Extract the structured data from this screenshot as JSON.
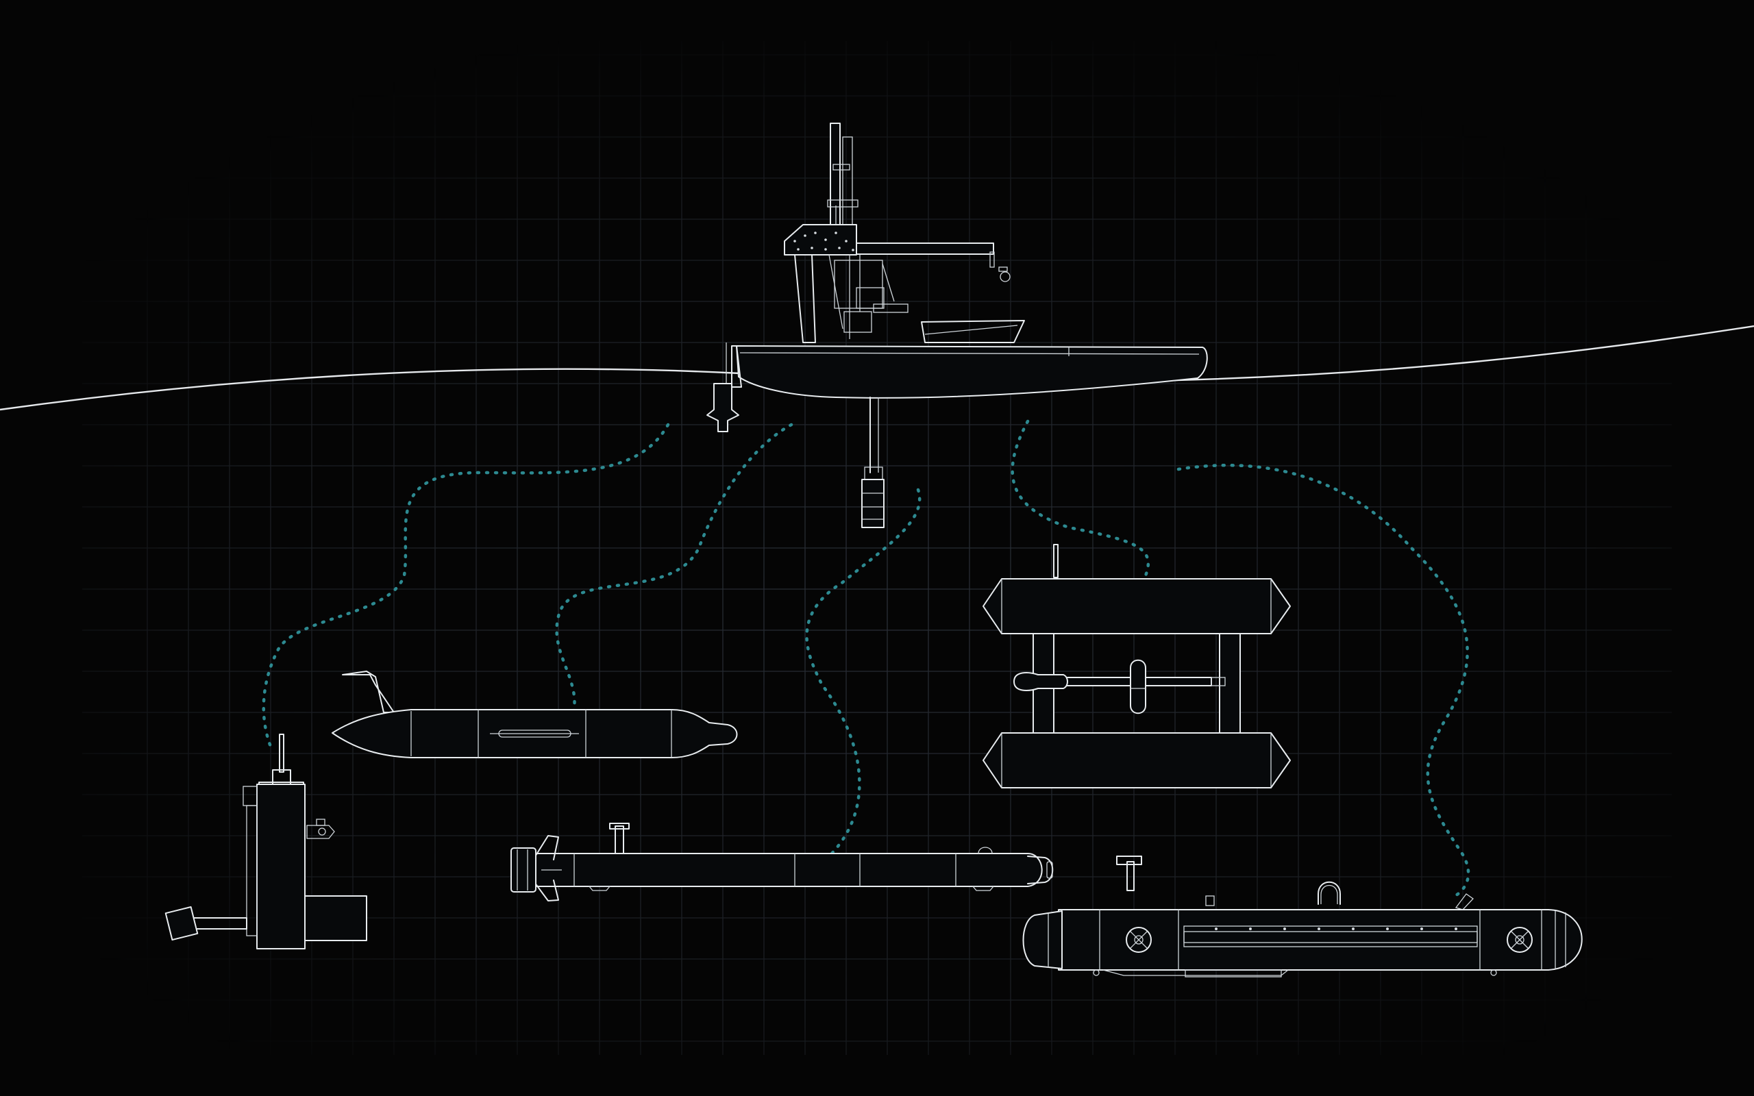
{
  "colors": {
    "background": "#050505",
    "grid": "#2b3038",
    "linework": "#e8ecef",
    "acoustic_path": "#2d8a91",
    "waterline": "#e6e9ec"
  },
  "grid": {
    "visible": true
  },
  "vehicles": [
    {
      "id": "surface-vessel"
    },
    {
      "id": "underwater-glider"
    },
    {
      "id": "vertical-profiler"
    },
    {
      "id": "torpedo-auv"
    },
    {
      "id": "twin-hull-vehicle"
    },
    {
      "id": "hovering-auv"
    }
  ]
}
